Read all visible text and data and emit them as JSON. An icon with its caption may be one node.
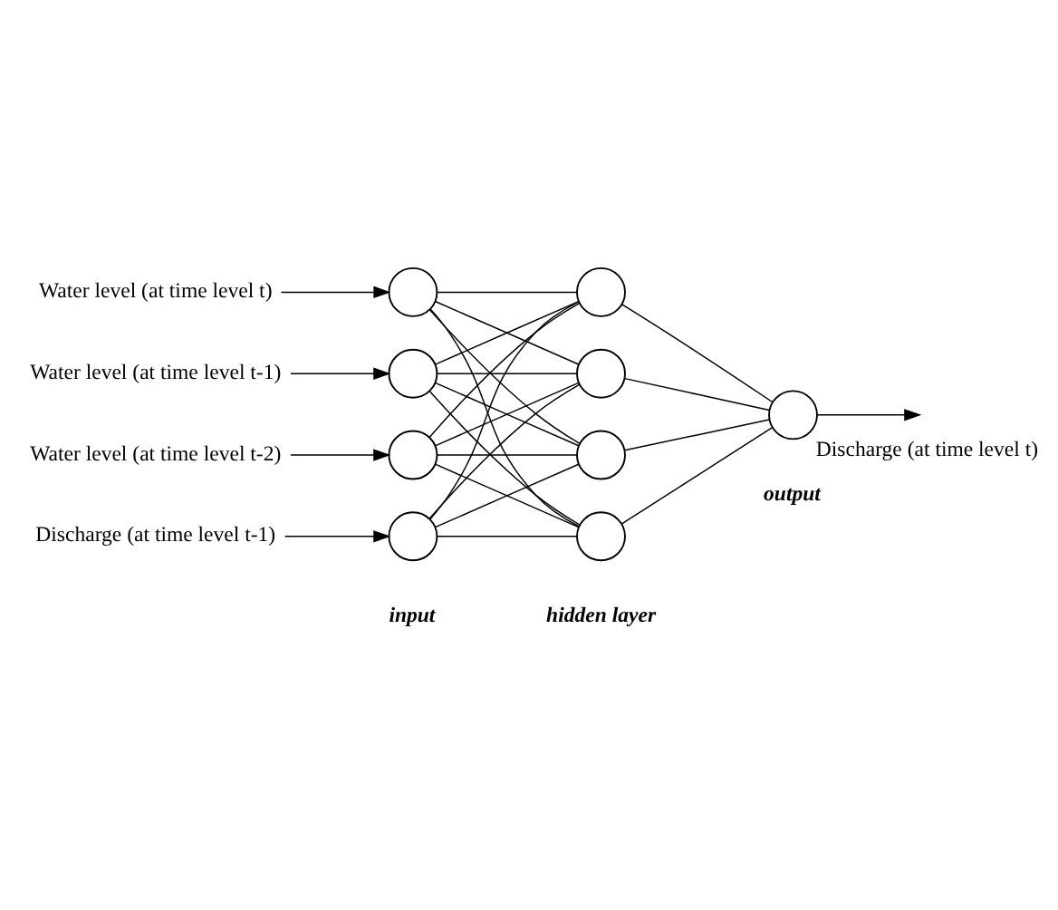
{
  "diagram": {
    "nodes": [
      {
        "text": [
          "Water level (at time level t)"
        ]
      },
      {
        "text": [
          "Water level (at time level t-1)"
        ]
      },
      {
        "text": [
          "Water level (at time level t-2)"
        ]
      },
      {
        "text": [
          "Discharge (at time level t-1)"
        ]
      },
      {
        "text": [],
        "shape": "circle"
      },
      {
        "text": [],
        "shape": "circle"
      },
      {
        "text": [],
        "shape": "circle"
      },
      {
        "text": [],
        "shape": "circle"
      },
      {
        "text": [],
        "shape": "circle"
      },
      {
        "text": [],
        "shape": "circle"
      },
      {
        "text": [],
        "shape": "circle"
      },
      {
        "text": [],
        "shape": "circle"
      },
      {
        "text": [],
        "shape": "circle",
        "beside": [
          "Discharge (at time level t)"
        ]
      }
    ],
    "edges": [
      {
        "from": 0,
        "to": 4,
        "arrow": "to"
      },
      {
        "from": 1,
        "to": 5,
        "arrow": "to"
      },
      {
        "from": 2,
        "to": 6,
        "arrow": "to"
      },
      {
        "from": 3,
        "to": 7,
        "arrow": "to"
      },
      {
        "from": 4,
        "to": 8,
        "arrow": "none"
      },
      {
        "from": 4,
        "to": 9,
        "arrow": "none"
      },
      {
        "from": 4,
        "to": 10,
        "arrow": "none"
      },
      {
        "from": 4,
        "to": 11,
        "arrow": "none"
      },
      {
        "from": 5,
        "to": 8,
        "arrow": "none"
      },
      {
        "from": 5,
        "to": 9,
        "arrow": "none"
      },
      {
        "from": 5,
        "to": 10,
        "arrow": "none"
      },
      {
        "from": 5,
        "to": 11,
        "arrow": "none"
      },
      {
        "from": 6,
        "to": 8,
        "arrow": "none"
      },
      {
        "from": 6,
        "to": 9,
        "arrow": "none"
      },
      {
        "from": 6,
        "to": 10,
        "arrow": "none"
      },
      {
        "from": 6,
        "to": 11,
        "arrow": "none"
      },
      {
        "from": 7,
        "to": 8,
        "arrow": "none"
      },
      {
        "from": 7,
        "to": 9,
        "arrow": "none"
      },
      {
        "from": 7,
        "to": 10,
        "arrow": "none"
      },
      {
        "from": 7,
        "to": 11,
        "arrow": "none"
      },
      {
        "from": 8,
        "to": 12,
        "arrow": "none"
      },
      {
        "from": 9,
        "to": 12,
        "arrow": "none"
      },
      {
        "from": 10,
        "to": 12,
        "arrow": "none"
      },
      {
        "from": 11,
        "to": 12,
        "arrow": "none"
      },
      {
        "from": 12,
        "to": null,
        "arrow": "to"
      }
    ],
    "labels": [
      "input",
      "hidden layer",
      "output"
    ]
  }
}
